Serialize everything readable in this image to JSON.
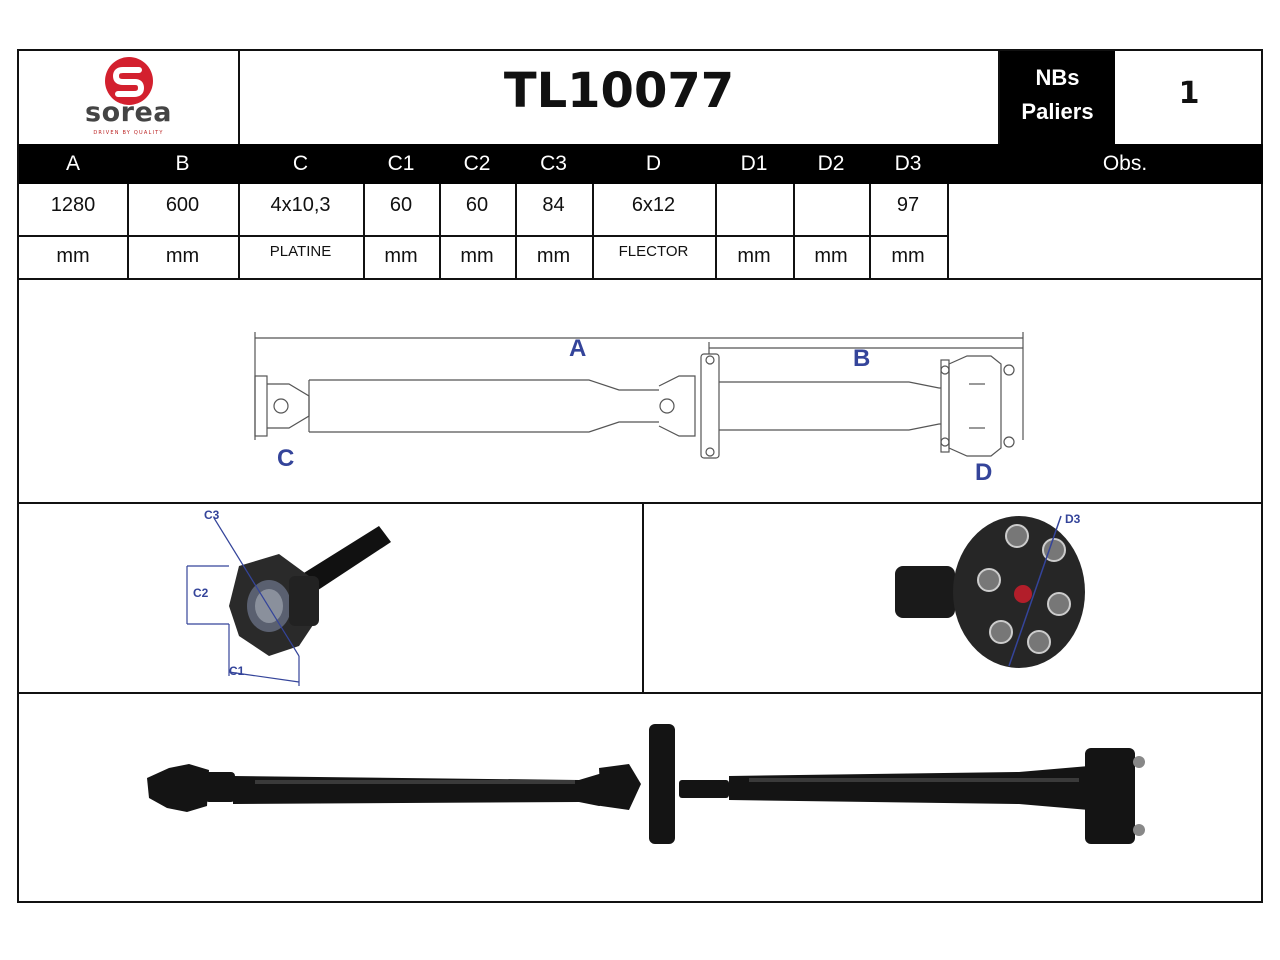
{
  "logo": {
    "brand": "sorea",
    "tagline": "DRIVEN BY QUALITY"
  },
  "part_number": "TL10077",
  "bearings": {
    "label_line1": "NBs",
    "label_line2": "Paliers",
    "value": "1"
  },
  "columns": [
    {
      "key": "A",
      "header": "A",
      "value": "1280",
      "unit": "mm"
    },
    {
      "key": "B",
      "header": "B",
      "value": "600",
      "unit": "mm"
    },
    {
      "key": "C",
      "header": "C",
      "value": "4x10,3",
      "unit": "PLATINE"
    },
    {
      "key": "C1",
      "header": "C1",
      "value": "60",
      "unit": "mm"
    },
    {
      "key": "C2",
      "header": "C2",
      "value": "60",
      "unit": "mm"
    },
    {
      "key": "C3",
      "header": "C3",
      "value": "84",
      "unit": "mm"
    },
    {
      "key": "D",
      "header": "D",
      "value": "6x12",
      "unit": "FLECTOR"
    },
    {
      "key": "D1",
      "header": "D1",
      "value": "",
      "unit": "mm"
    },
    {
      "key": "D2",
      "header": "D2",
      "value": "",
      "unit": "mm"
    },
    {
      "key": "D3",
      "header": "D3",
      "value": "97",
      "unit": "mm"
    }
  ],
  "obs": {
    "header": "Obs.",
    "value": ""
  },
  "diagram_labels": {
    "A": "A",
    "B": "B",
    "C": "C",
    "D": "D",
    "C1": "C1",
    "C2": "C2",
    "C3": "C3",
    "D3": "D3"
  },
  "colors": {
    "logo_red": "#d3202e",
    "dimension_blue": "#34449a",
    "header_bg": "#000000"
  }
}
